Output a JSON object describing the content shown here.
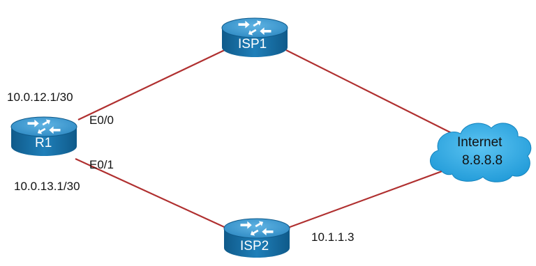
{
  "diagram": {
    "nodes": {
      "r1": {
        "label": "R1",
        "type": "router"
      },
      "isp1": {
        "label": "ISP1",
        "type": "router"
      },
      "isp2": {
        "label": "ISP2",
        "type": "router"
      },
      "internet": {
        "label": "Internet",
        "address": "8.8.8.8",
        "type": "cloud"
      }
    },
    "links": [
      {
        "from": "R1",
        "to": "ISP1",
        "interface": "E0/0",
        "ip": "10.0.12.1/30"
      },
      {
        "from": "R1",
        "to": "ISP2",
        "interface": "E0/1",
        "ip": "10.0.13.1/30"
      },
      {
        "from": "ISP1",
        "to": "Internet"
      },
      {
        "from": "ISP2",
        "to": "Internet",
        "ip": "10.1.1.3"
      }
    ],
    "colors": {
      "link": "#b03030",
      "router_top": "#2a86c0",
      "router_side": "#176a9e",
      "cloud": "#29a3e0",
      "text": "#111111"
    }
  }
}
